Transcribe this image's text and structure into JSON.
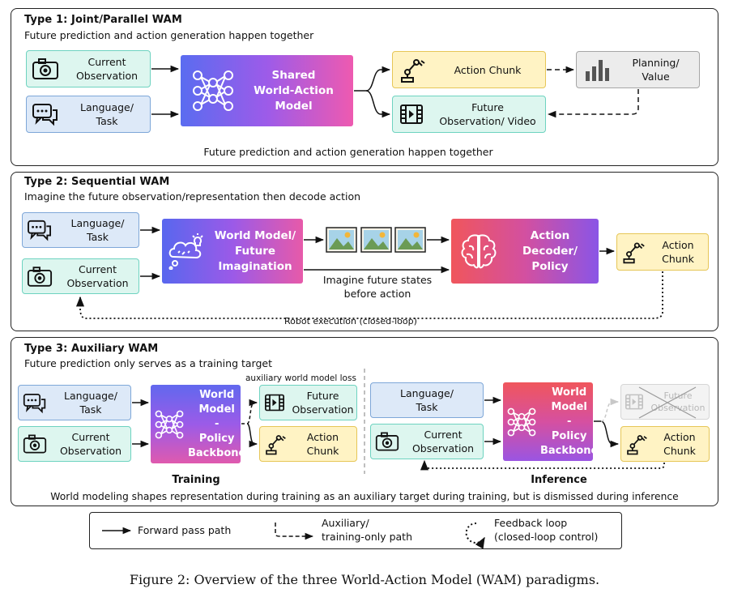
{
  "type1": {
    "title": "Type 1: Joint/Parallel WAM",
    "subtitle": "Future prediction and action generation happen together",
    "current_observation": "Current\nObservation",
    "language_task": "Language/\nTask",
    "shared_model": "Shared\nWorld-Action\nModel",
    "action_chunk": "Action Chunk",
    "planning_value": "Planning/\nValue",
    "future_obs_video": "Future\nObservation/ Video",
    "bottom_note": "Future prediction and action generation happen together"
  },
  "type2": {
    "title": "Type 2: Sequential WAM",
    "subtitle": "Imagine the future observation/representation then decode action",
    "language_task": "Language/\nTask",
    "current_observation": "Current\nObservation",
    "world_model": "World Model/\nFuture\nImagination",
    "imagine_note": "Imagine future states\nbefore action",
    "action_decoder": "Action\nDecoder/\nPolicy",
    "action_chunk": "Action\nChunk",
    "robot_execution": "Robot execution (closed-loop)"
  },
  "type3": {
    "title": "Type 3: Auxiliary WAM",
    "subtitle": "Future prediction only serves as a training target",
    "train_language_task": "Language/\nTask",
    "train_current_observation": "Current\nObservation",
    "train_backbone": "World\nModel\n-\nPolicy\nBackbone",
    "aux_loss": "auxiliary world model loss",
    "train_future_obs": "Future\nObservation",
    "train_action_chunk": "Action\nChunk",
    "training_label": "Training",
    "inf_language_task": "Language/\nTask",
    "inf_current_observation": "Current\nObservation",
    "inf_backbone": "World\nModel\n-\nPolicy\nBackbone",
    "inf_future_obs": "Future\nObservation",
    "inf_action_chunk": "Action\nChunk",
    "inference_label": "Inference",
    "bottom_note": "World modeling shapes representation during training as an auxiliary target during training, but is dismissed during inference"
  },
  "legend": {
    "forward": "Forward pass path",
    "auxiliary": "Auxiliary/\ntraining-only path",
    "feedback": "Feedback loop\n(closed-loop control)"
  },
  "caption": "Figure 2: Overview of the three World-Action Model (WAM) paradigms.",
  "colors": {
    "input_blue": "#dde9f8",
    "input_teal": "#ddf6ef",
    "action_yellow": "#fff3c4",
    "planning_gray": "#ececec"
  },
  "icons": [
    "camera-icon",
    "chat-icon",
    "neural-network-icon",
    "robot-arm-icon",
    "bar-chart-icon",
    "film-icon",
    "brain-cloud-icon",
    "image-icon",
    "brain-icon"
  ]
}
